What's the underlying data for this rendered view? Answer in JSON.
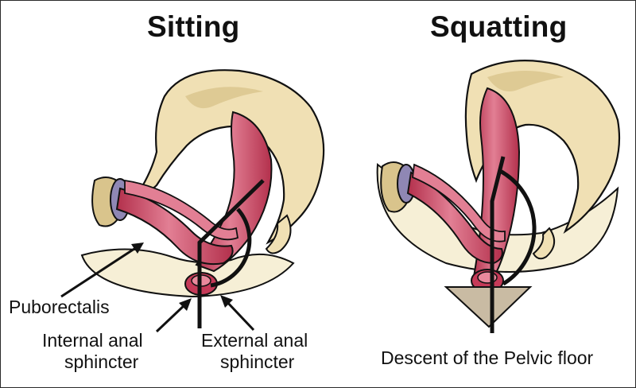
{
  "titles": {
    "sitting": "Sitting",
    "squatting": "Squatting"
  },
  "labels": {
    "puborectalis": "Puborectalis",
    "internal_anal_sphincter_line1": "Internal anal",
    "internal_anal_sphincter_line2": "sphincter",
    "external_anal_sphincter_line1": "External anal",
    "external_anal_sphincter_line2": "sphincter",
    "descent": "Descent of the Pelvic floor"
  },
  "colors": {
    "bone": "#f0e0b4",
    "bone_shadow": "#d9c48c",
    "pelvic_floor": "#f6efd6",
    "muscle": "#c53a58",
    "muscle_light": "#e9899c",
    "cartilage": "#8f87b4",
    "ink": "#111111",
    "descent_arrow": "#c9bba3"
  }
}
